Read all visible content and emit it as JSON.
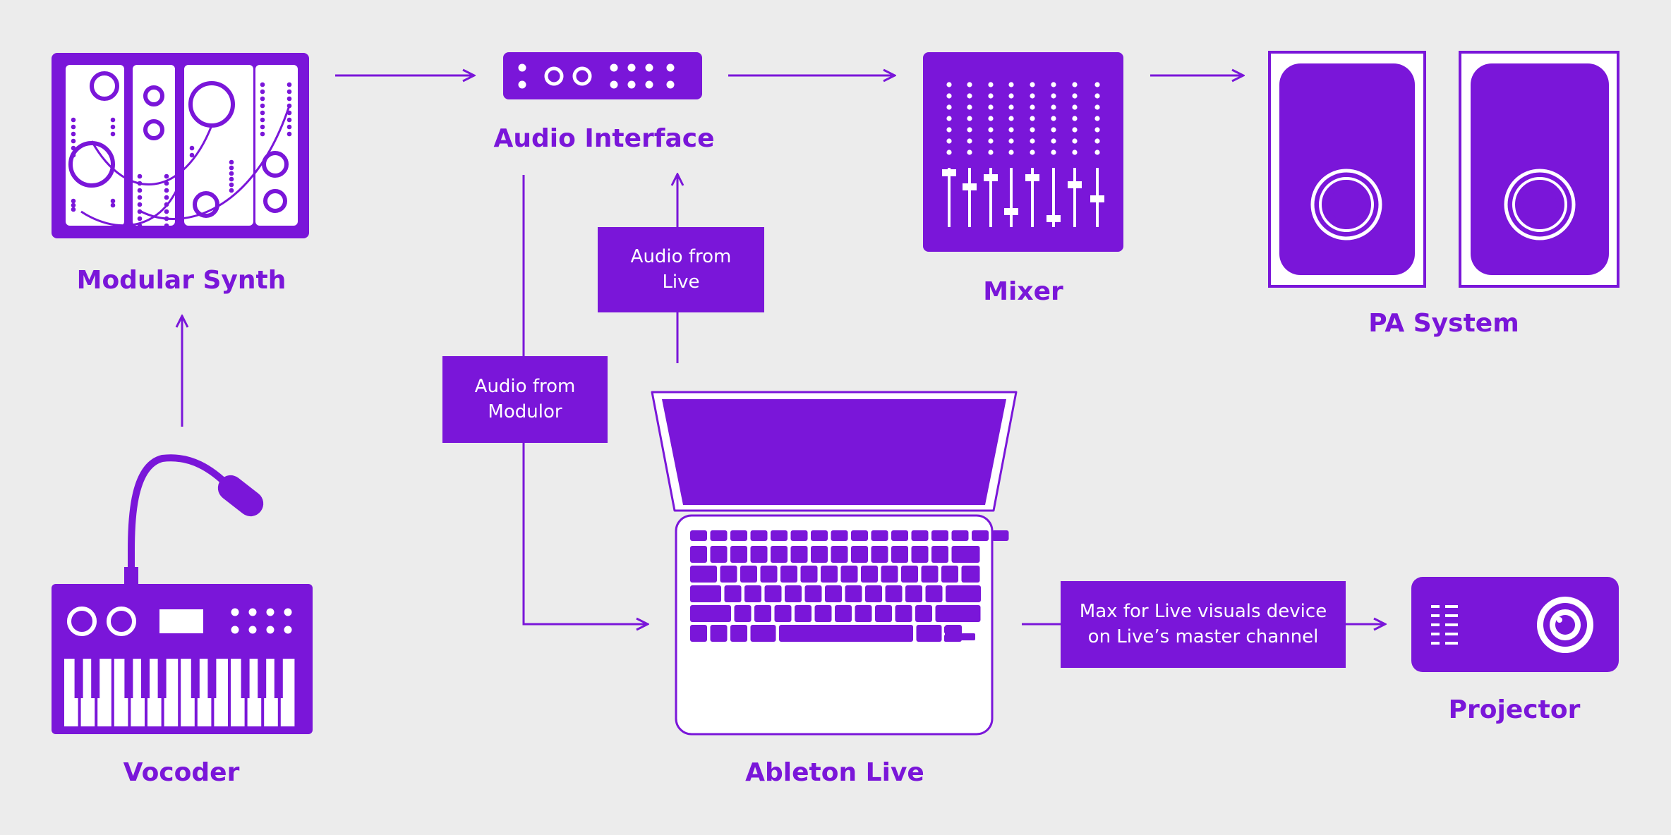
{
  "colors": {
    "purple": "#7a16d9",
    "background": "#ececec",
    "white": "#ffffff"
  },
  "nodes": {
    "modular_synth": {
      "label": "Modular Synth",
      "icon": "modular-synth-icon"
    },
    "audio_interface": {
      "label": "Audio Interface",
      "icon": "audio-interface-icon"
    },
    "mixer": {
      "label": "Mixer",
      "icon": "mixer-icon"
    },
    "pa_system": {
      "label": "PA System",
      "icon": "speakers-icon"
    },
    "vocoder": {
      "label": "Vocoder",
      "icon": "vocoder-keyboard-icon"
    },
    "ableton_live": {
      "label": "Ableton Live",
      "icon": "laptop-icon"
    },
    "projector": {
      "label": "Projector",
      "icon": "projector-icon"
    }
  },
  "edge_labels": {
    "audio_from_live": [
      "Audio from",
      "Live"
    ],
    "audio_from_modulor": [
      "Audio from",
      "Modulor"
    ],
    "max_for_live": [
      "Max for Live visuals device",
      "on Live’s master channel"
    ]
  }
}
